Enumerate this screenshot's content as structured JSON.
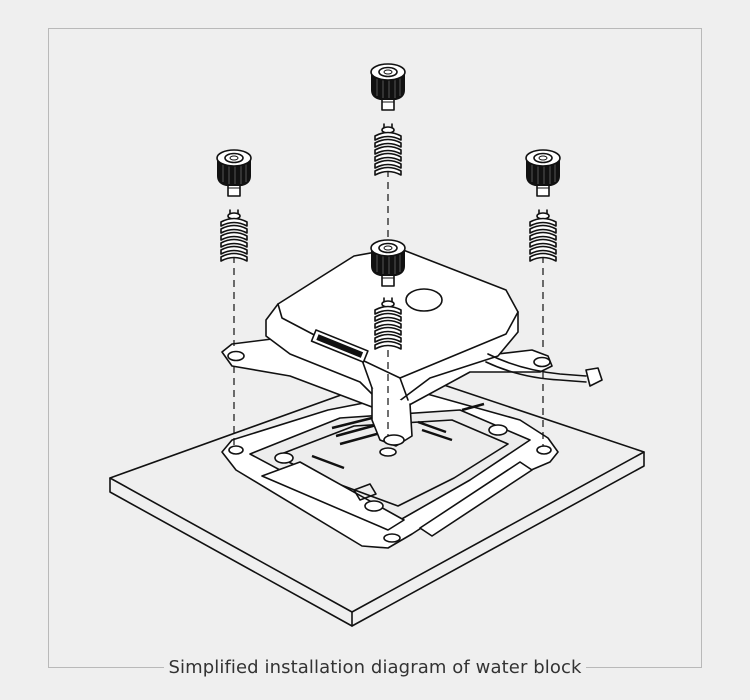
{
  "caption": "Simplified installation diagram of water block",
  "colors": {
    "background": "#efefef",
    "frame": "#b9b9b9",
    "ink": "#111111"
  },
  "parts": {
    "screws": 4,
    "springs": 4
  }
}
